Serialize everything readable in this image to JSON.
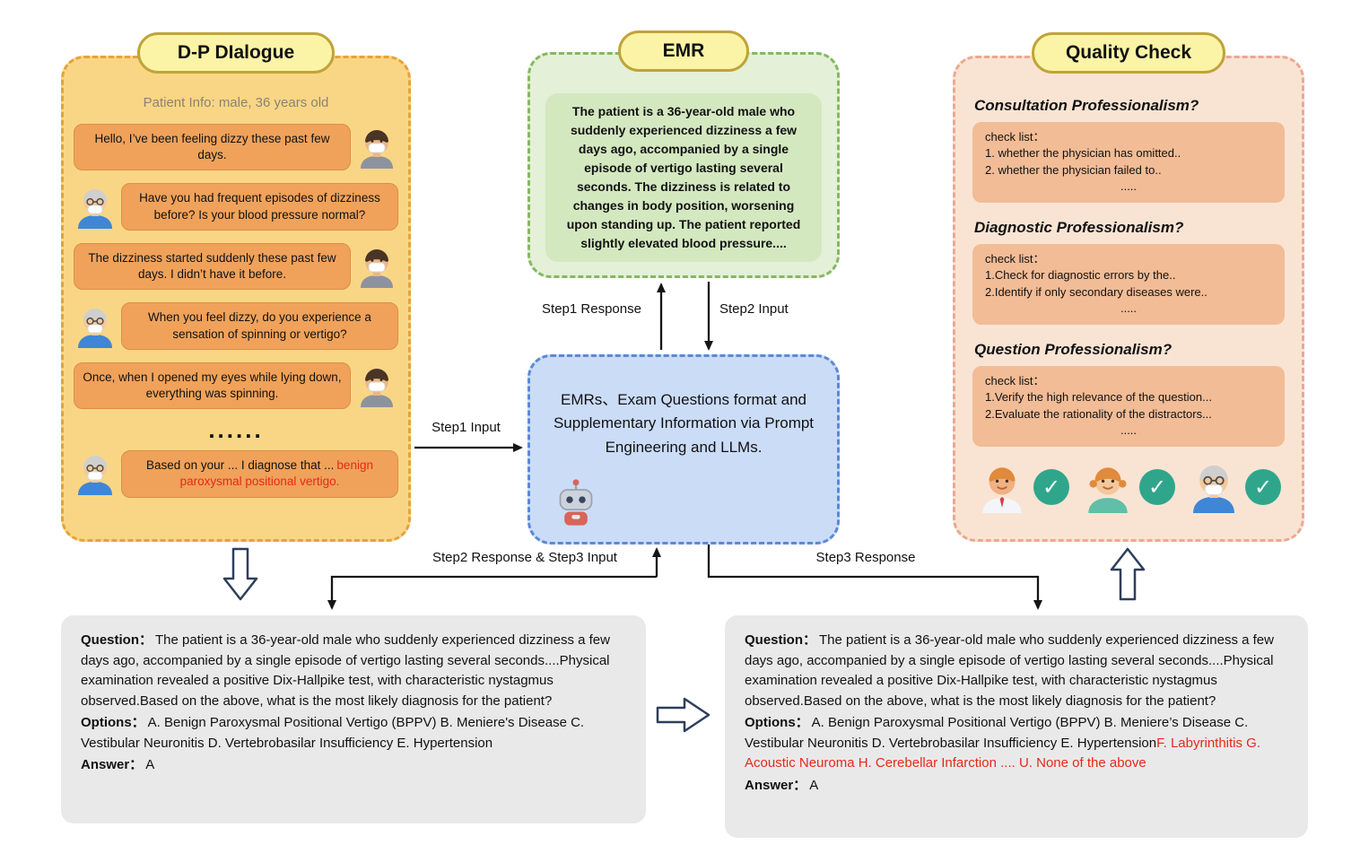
{
  "colors": {
    "highlight_red": "#E7291A",
    "check_green": "#2FA68C",
    "dialogue_panel": "#F9D685",
    "emr_panel": "#E4F0D8",
    "llm_panel": "#CBDCF7",
    "quality_panel": "#F9E4D4"
  },
  "icons": {
    "check_mark": "✓"
  },
  "dialogue": {
    "title": "D-P DIalogue",
    "patient_info": "Patient Info: male, 36 years old",
    "messages": [
      {
        "role": "patient",
        "text": "Hello, I’ve been feeling dizzy these past few days."
      },
      {
        "role": "doctor",
        "text": "Have you had frequent episodes of dizziness before? Is your blood pressure normal?"
      },
      {
        "role": "patient",
        "text": "The dizziness started suddenly these past few days. I didn’t have it before."
      },
      {
        "role": "doctor",
        "text": "When you feel dizzy, do you experience a sensation of spinning or vertigo?"
      },
      {
        "role": "patient",
        "text": "Once, when I opened my eyes while lying down, everything was spinning."
      }
    ],
    "ellipsis": "......",
    "final_message": {
      "role": "doctor",
      "text": "Based on your ... I diagnose that ...",
      "highlight": "benign paroxysmal positional vertigo."
    }
  },
  "emr": {
    "title": "EMR",
    "text": "The patient is a 36-year-old male who suddenly experienced dizziness a few days ago, accompanied by a single episode of vertigo lasting several seconds. The dizziness is related to changes in body position, worsening upon standing up. The patient reported slightly elevated blood pressure...."
  },
  "llm_box": {
    "text": "EMRs、Exam Questions format and Supplementary Information via Prompt Engineering and LLMs."
  },
  "quality_check": {
    "title": "Quality Check",
    "sections": [
      {
        "heading": "Consultation Professionalism?",
        "lines": [
          "check list：",
          "1. whether the physician has omitted..",
          "2. whether the physician failed to.."
        ],
        "ellipsis": "....."
      },
      {
        "heading": "Diagnostic Professionalism?",
        "lines": [
          "check list：",
          "1.Check for diagnostic errors by the..",
          "2.Identify if only secondary diseases were.."
        ],
        "ellipsis": "....."
      },
      {
        "heading": "Question Professionalism?",
        "lines": [
          "check list：",
          "1.Verify the high relevance of the question...",
          "2.Evaluate the rationality of the distractors..."
        ],
        "ellipsis": "....."
      }
    ]
  },
  "arrows": {
    "step1_input": "Step1 Input",
    "step1_response": "Step1 Response",
    "step2_input": "Step2 Input",
    "step2_response_step3_input": "Step2 Response & Step3 Input",
    "step3_response": "Step3 Response"
  },
  "exam_left": {
    "question_label": "Question：",
    "question_text": "The patient is a 36-year-old male who suddenly experienced dizziness a few days ago, accompanied by a single episode of vertigo lasting several seconds....Physical examination revealed a positive Dix-Hallpike test, with characteristic nystagmus observed.Based on the above, what is the most likely diagnosis for the patient?",
    "options_label": "Options：",
    "options_text": "A. Benign Paroxysmal Positional Vertigo (BPPV) B. Meniere's Disease C. Vestibular Neuronitis D. Vertebrobasilar Insufficiency E. Hypertension",
    "answer_label": "Answer：",
    "answer_value": "A"
  },
  "exam_right": {
    "question_label": "Question：",
    "question_text": "The patient is a 36-year-old male who suddenly experienced dizziness a few days ago, accompanied by a single episode of vertigo lasting several seconds....Physical examination revealed a positive Dix-Hallpike test, with characteristic nystagmus observed.Based on the above, what is the most likely diagnosis for the patient?",
    "options_label": "Options：",
    "options_text": "A. Benign Paroxysmal Positional Vertigo (BPPV) B. Meniere’s Disease C. Vestibular Neuronitis D. Vertebrobasilar Insufficiency E. Hypertension",
    "options_highlight": "F. Labyrinthitis G. Acoustic Neuroma H. Cerebellar Infarction .... U. None of the above",
    "answer_label": "Answer：",
    "answer_value": "A"
  }
}
